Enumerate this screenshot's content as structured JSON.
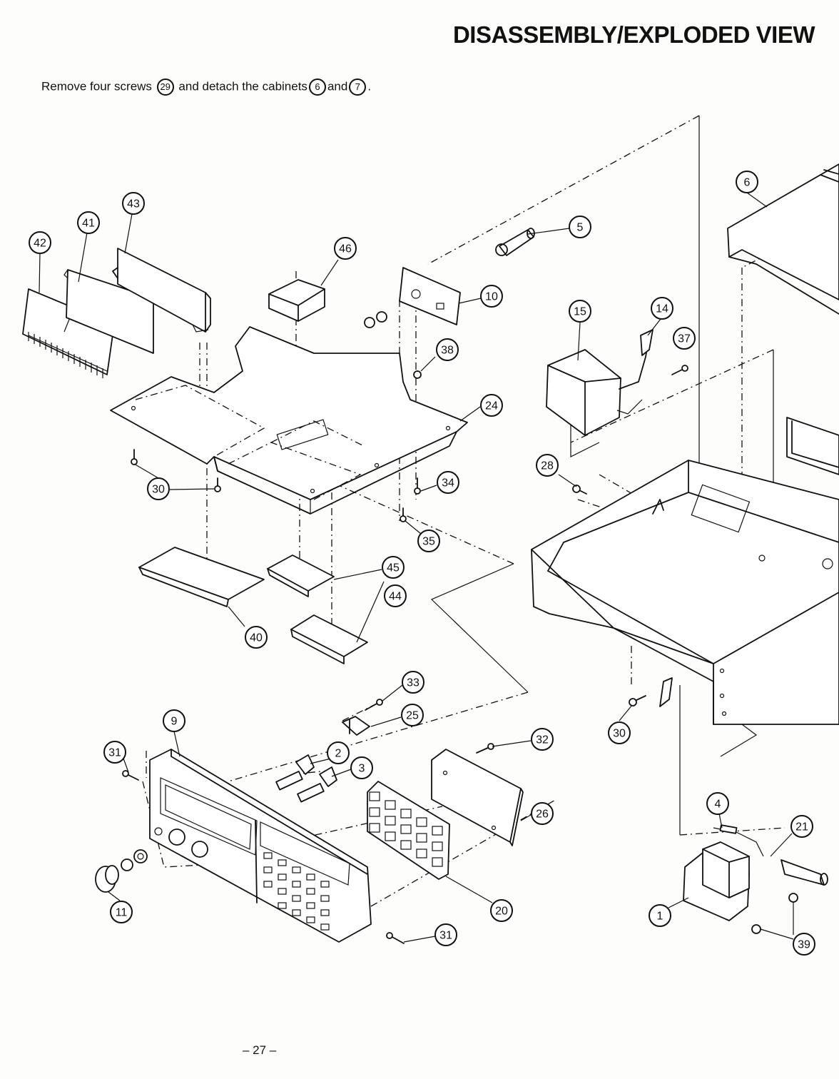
{
  "page": {
    "title": "DISASSEMBLY/EXPLODED VIEW",
    "instruction": {
      "prefix": "Remove four screws",
      "screw_ref": "29",
      "middle": "and detach the cabinets",
      "cabinet_ref_a": "6",
      "joiner": "and",
      "cabinet_ref_b": "7",
      "suffix": "."
    },
    "page_number": "– 27 –"
  },
  "diagram": {
    "part_labels": [
      "1",
      "2",
      "3",
      "4",
      "5",
      "6",
      "9",
      "10",
      "11",
      "14",
      "15",
      "20",
      "21",
      "24",
      "25",
      "26",
      "28",
      "30",
      "30",
      "31",
      "31",
      "32",
      "33",
      "34",
      "35",
      "37",
      "38",
      "39",
      "40",
      "41",
      "42",
      "43",
      "44",
      "45",
      "46"
    ]
  }
}
